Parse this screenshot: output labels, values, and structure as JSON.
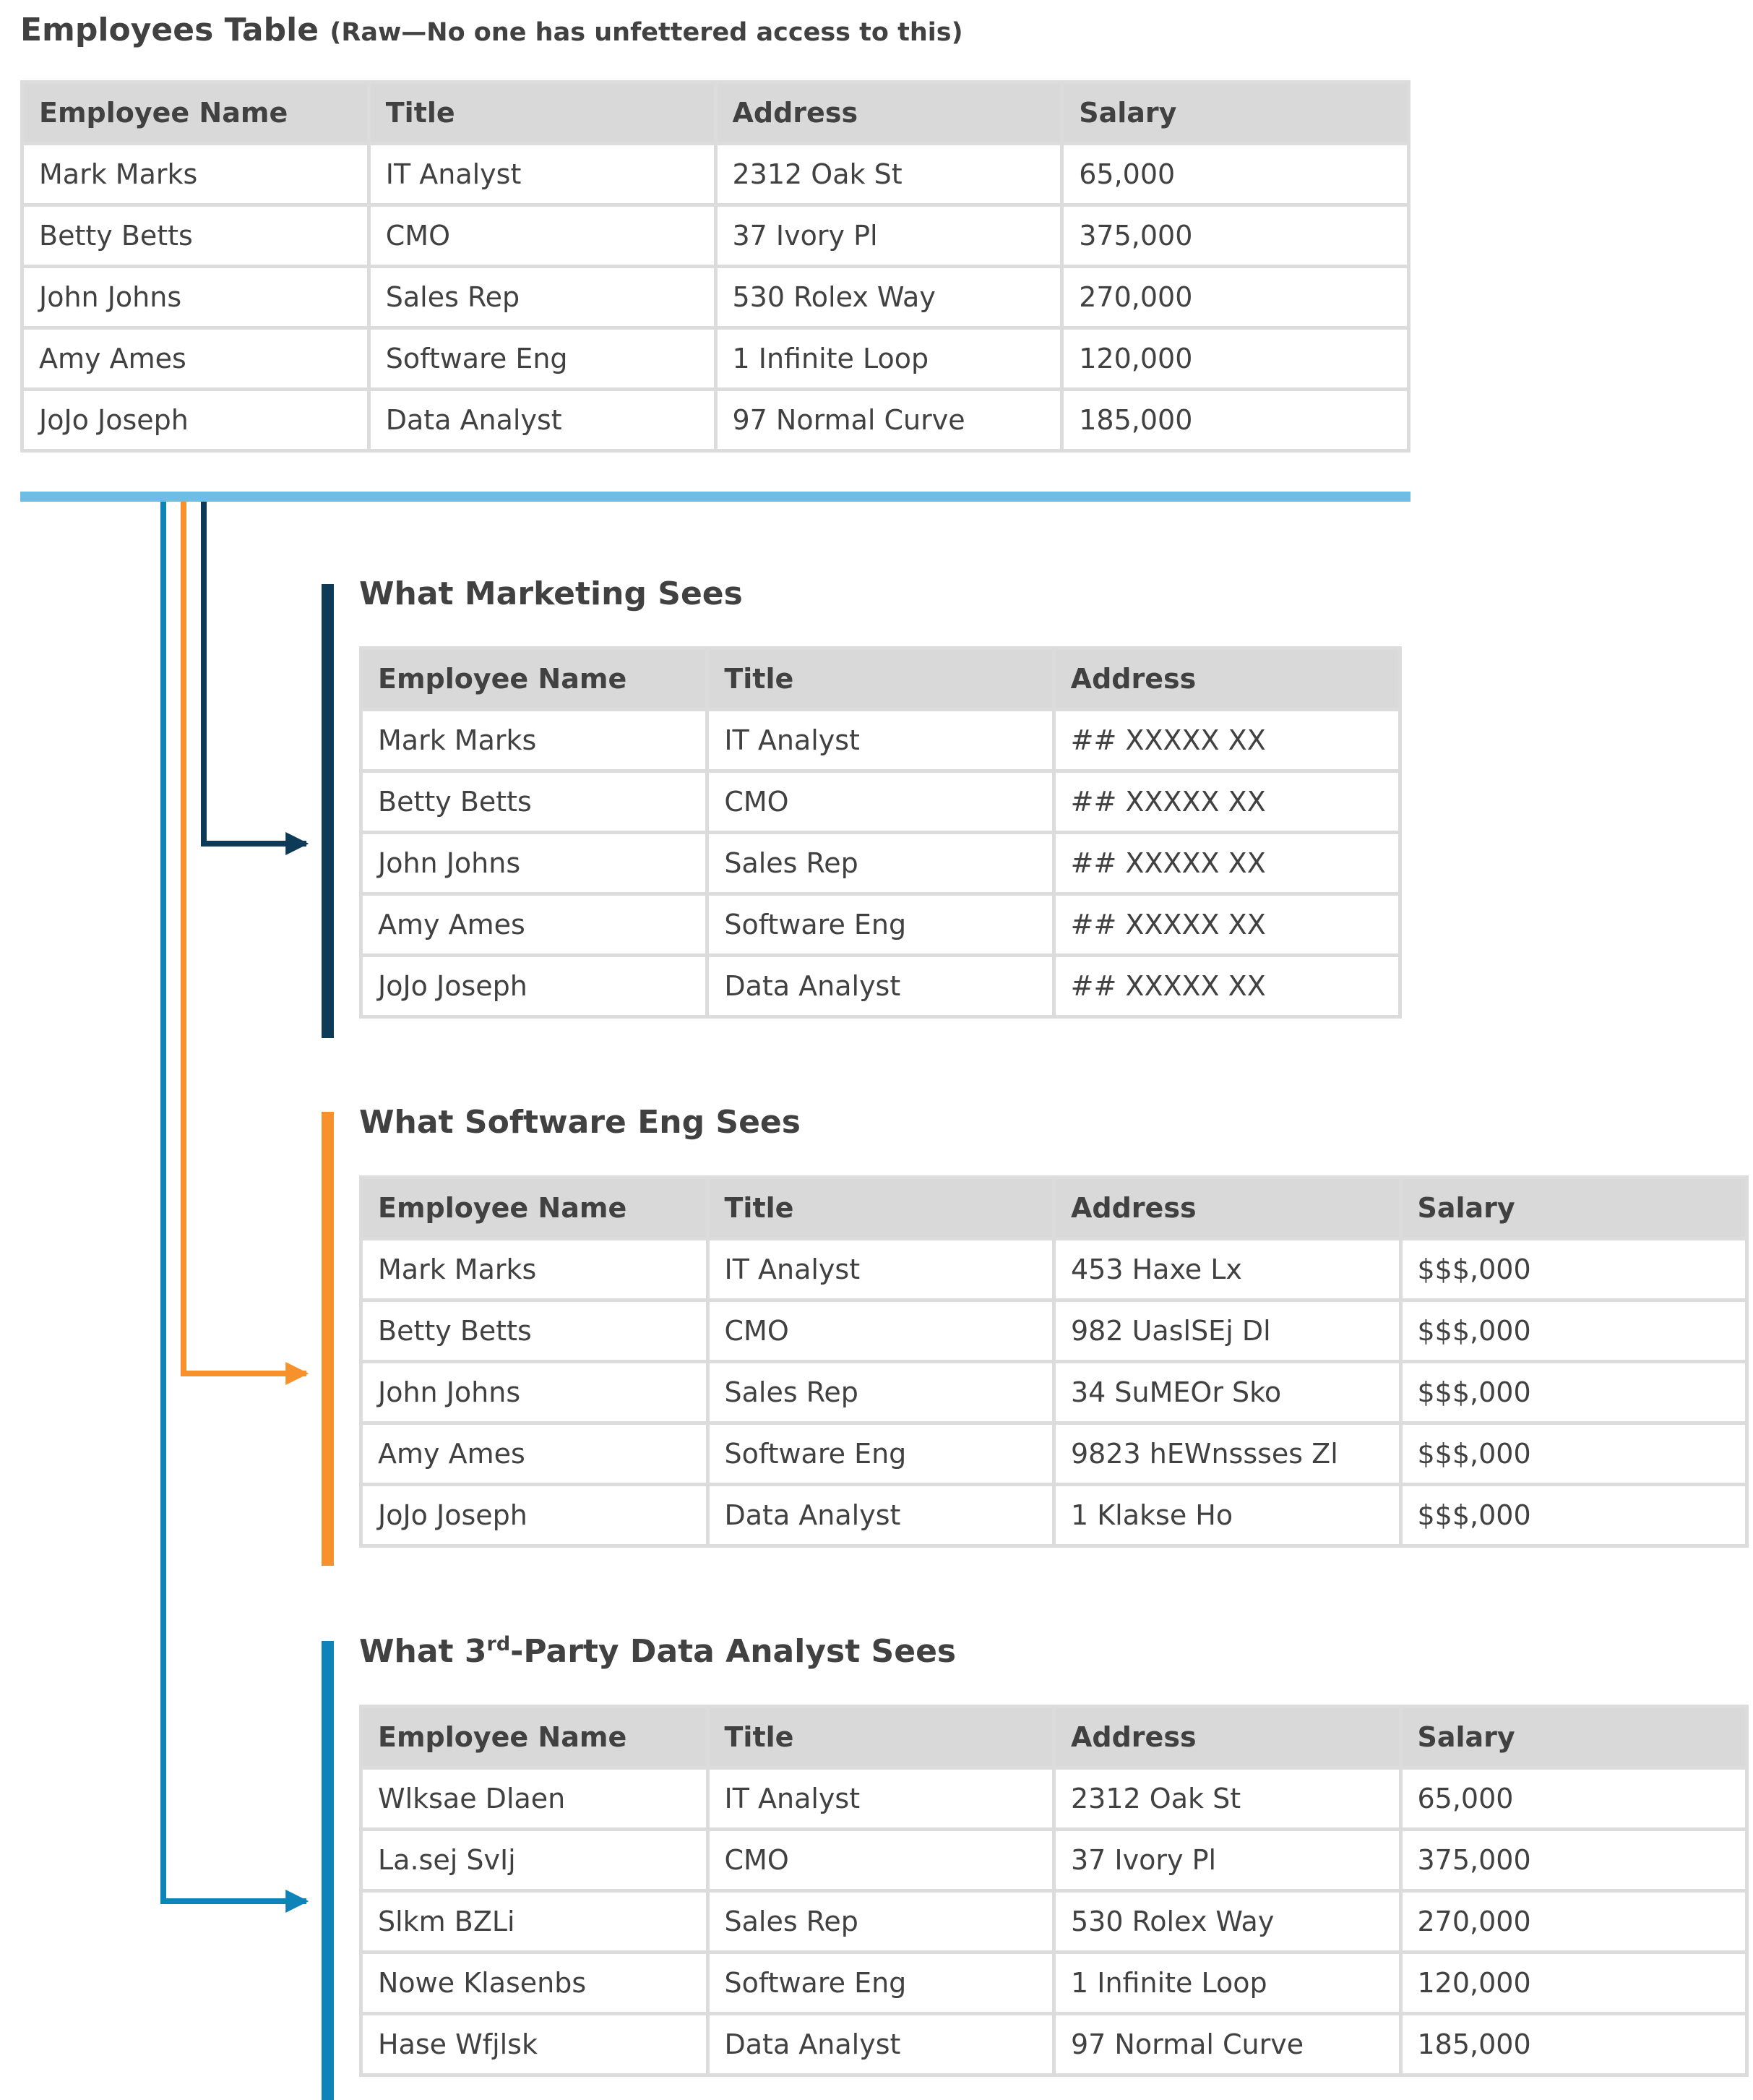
{
  "colors": {
    "text": "#414141",
    "header_bg": "#d9d9d9",
    "border": "#dcdcdc",
    "raw_divider": "#6dbde6",
    "marketing": "#0c3a57",
    "software": "#f7912b",
    "analyst": "#0e83b8"
  },
  "columns": {
    "name": "Employee Name",
    "title": "Title",
    "address": "Address",
    "salary": "Salary"
  },
  "raw": {
    "title": "Employees Table",
    "subtitle": "(Raw—No one has unfettered access to this)",
    "rows": [
      [
        "Mark Marks",
        "IT Analyst",
        "2312 Oak St",
        "65,000"
      ],
      [
        "Betty Betts",
        "CMO",
        "37 Ivory Pl",
        "375,000"
      ],
      [
        "John Johns",
        "Sales Rep",
        "530 Rolex Way",
        "270,000"
      ],
      [
        "Amy Ames",
        "Software Eng",
        "1 Infinite Loop",
        "120,000"
      ],
      [
        "JoJo Joseph",
        "Data Analyst",
        "97 Normal Curve",
        "185,000"
      ]
    ]
  },
  "marketing": {
    "title": "What Marketing Sees",
    "rows": [
      [
        "Mark Marks",
        "IT Analyst",
        "## XXXXX XX"
      ],
      [
        "Betty Betts",
        "CMO",
        "## XXXXX XX"
      ],
      [
        "John Johns",
        "Sales Rep",
        "## XXXXX XX"
      ],
      [
        "Amy Ames",
        "Software Eng",
        "## XXXXX XX"
      ],
      [
        "JoJo Joseph",
        "Data Analyst",
        "## XXXXX XX"
      ]
    ]
  },
  "software": {
    "title": "What Software Eng Sees",
    "rows": [
      [
        "Mark Marks",
        "IT Analyst",
        "453 Haxe Lx",
        "$$$,000"
      ],
      [
        "Betty Betts",
        "CMO",
        "982 UaslSEj Dl",
        "$$$,000"
      ],
      [
        "John Johns",
        "Sales Rep",
        "34 SuMEOr Sko",
        "$$$,000"
      ],
      [
        "Amy Ames",
        "Software Eng",
        "9823 hEWnssses Zl",
        "$$$,000"
      ],
      [
        "JoJo Joseph",
        "Data Analyst",
        "1 Klakse Ho",
        "$$$,000"
      ]
    ]
  },
  "analyst": {
    "title_pre": "What 3",
    "title_sup": "rd",
    "title_post": "-Party Data Analyst Sees",
    "rows": [
      [
        "Wlksae Dlaen",
        "IT Analyst",
        "2312 Oak St",
        "65,000"
      ],
      [
        "La.sej SvIj",
        "CMO",
        "37 Ivory Pl",
        "375,000"
      ],
      [
        "Slkm BZLi",
        "Sales Rep",
        "530 Rolex Way",
        "270,000"
      ],
      [
        "Nowe Klasenbs",
        "Software Eng",
        "1 Infinite Loop",
        "120,000"
      ],
      [
        "Hase Wfjlsk",
        "Data Analyst",
        "97 Normal Curve",
        "185,000"
      ]
    ]
  }
}
